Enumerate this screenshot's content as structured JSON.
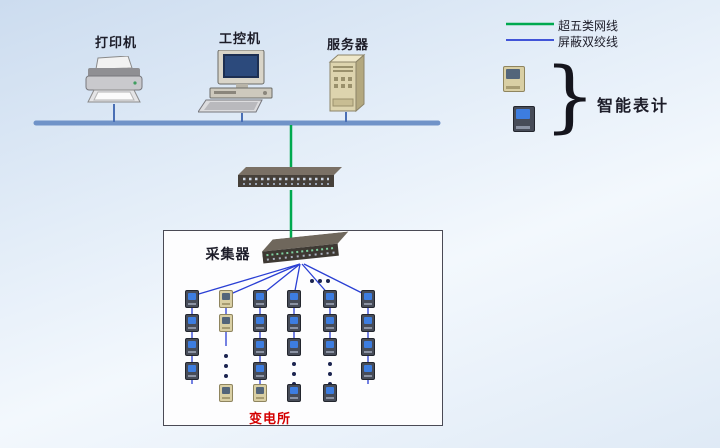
{
  "legend": {
    "cat5_label": "超五类网线",
    "cat5_color": "#00a94f",
    "stp_label": "屏蔽双绞线",
    "stp_color": "#2a3fd4"
  },
  "nodes": {
    "printer_label": "打印机",
    "ipc_label": "工控机",
    "server_label": "服务器",
    "collector_label": "采集器",
    "smart_meter_label": "智能表计",
    "substation_label": "变电所",
    "substation_color": "#d40000",
    "brace_glyph": "}"
  }
}
